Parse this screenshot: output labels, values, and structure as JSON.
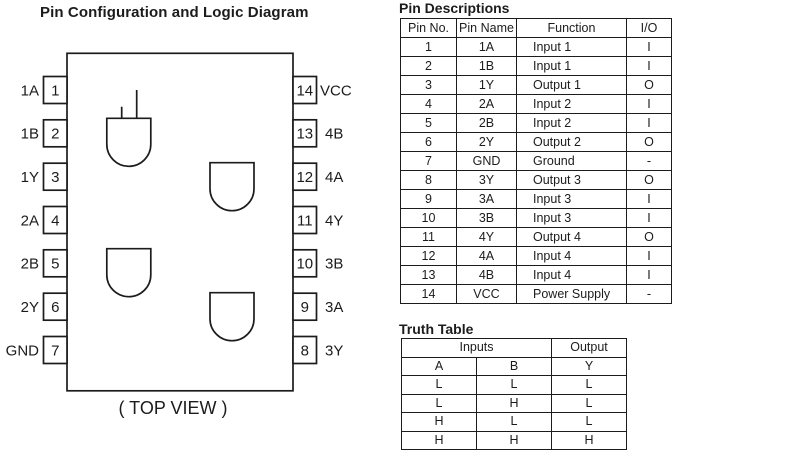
{
  "diagram": {
    "title": "Pin Configuration and Logic Diagram",
    "caption": "( TOP VIEW )",
    "left_pins": [
      {
        "number": "1",
        "label": "1A"
      },
      {
        "number": "2",
        "label": "1B"
      },
      {
        "number": "3",
        "label": "1Y"
      },
      {
        "number": "4",
        "label": "2A"
      },
      {
        "number": "5",
        "label": "2B"
      },
      {
        "number": "6",
        "label": "2Y"
      },
      {
        "number": "7",
        "label": "GND"
      }
    ],
    "right_pins": [
      {
        "number": "14",
        "label": "VCC"
      },
      {
        "number": "13",
        "label": "4B"
      },
      {
        "number": "12",
        "label": "4A"
      },
      {
        "number": "11",
        "label": "4Y"
      },
      {
        "number": "10",
        "label": "3B"
      },
      {
        "number": "9",
        "label": "3A"
      },
      {
        "number": "8",
        "label": "3Y"
      }
    ]
  },
  "pin_descriptions": {
    "title": "Pin Descriptions",
    "headers": [
      "Pin No.",
      "Pin Name",
      "Function",
      "I/O"
    ],
    "rows": [
      [
        "1",
        "1A",
        "Input 1",
        "I"
      ],
      [
        "2",
        "1B",
        "Input 1",
        "I"
      ],
      [
        "3",
        "1Y",
        "Output 1",
        "O"
      ],
      [
        "4",
        "2A",
        "Input 2",
        "I"
      ],
      [
        "5",
        "2B",
        "Input 2",
        "I"
      ],
      [
        "6",
        "2Y",
        "Output 2",
        "O"
      ],
      [
        "7",
        "GND",
        "Ground",
        "-"
      ],
      [
        "8",
        "3Y",
        "Output 3",
        "O"
      ],
      [
        "9",
        "3A",
        "Input 3",
        "I"
      ],
      [
        "10",
        "3B",
        "Input 3",
        "I"
      ],
      [
        "11",
        "4Y",
        "Output 4",
        "O"
      ],
      [
        "12",
        "4A",
        "Input 4",
        "I"
      ],
      [
        "13",
        "4B",
        "Input 4",
        "I"
      ],
      [
        "14",
        "VCC",
        "Power Supply",
        "-"
      ]
    ]
  },
  "truth_table": {
    "title": "Truth Table",
    "group_headers": [
      "Inputs",
      "Output"
    ],
    "col_headers": [
      "A",
      "B",
      "Y"
    ],
    "rows": [
      [
        "L",
        "L",
        "L"
      ],
      [
        "L",
        "H",
        "L"
      ],
      [
        "H",
        "L",
        "L"
      ],
      [
        "H",
        "H",
        "H"
      ]
    ]
  },
  "colors": {
    "ink": "#1c1c1c",
    "background": "#ffffff"
  }
}
